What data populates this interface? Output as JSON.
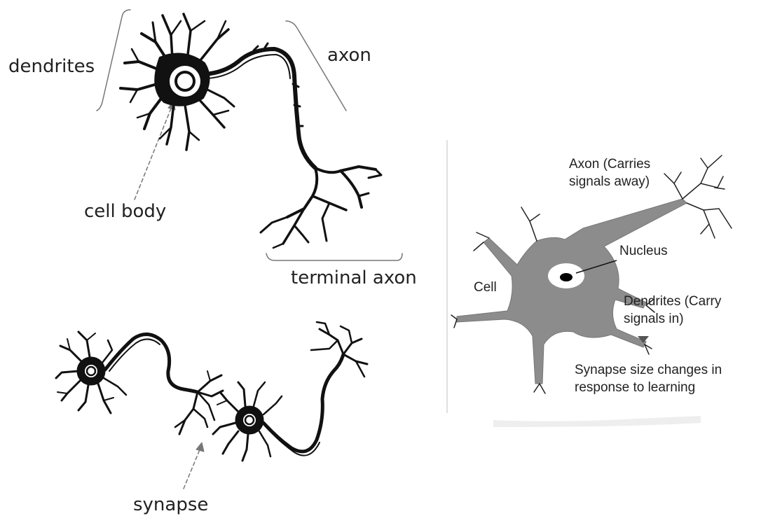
{
  "left_diagram": {
    "labels": {
      "dendrites": "dendrites",
      "axon": "axon",
      "cell_body": "cell body",
      "terminal_axon": "terminal axon",
      "synapse": "synapse"
    }
  },
  "right_diagram": {
    "labels": {
      "axon_line1": "Axon (Carries",
      "axon_line2": "signals away)",
      "nucleus": "Nucleus",
      "cell": "Cell",
      "dendrites_line1": "Dendrites (Carry",
      "dendrites_line2": "signals in)",
      "synapse_line1": "Synapse size changes in",
      "synapse_line2": "response to learning"
    },
    "colors": {
      "cell_fill": "#8c8c8c",
      "nucleus_fill": "#ffffff",
      "nucleolus_fill": "#000000"
    }
  }
}
